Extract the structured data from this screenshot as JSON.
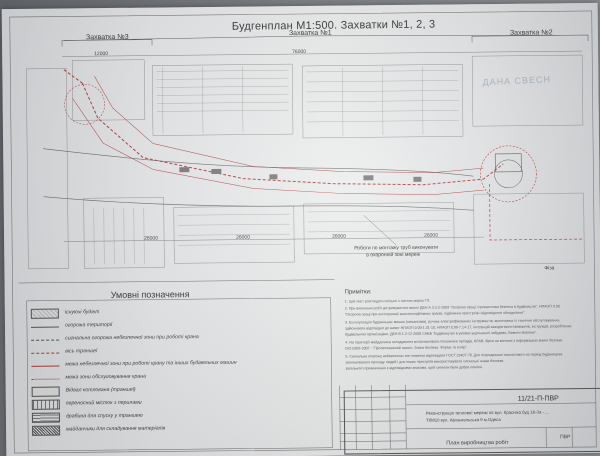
{
  "title": "Будгенплан М1:500. Захватки №1, 2, 3",
  "zones": {
    "z3": "Захватка №3",
    "z1": "Захватка №1",
    "z2": "Захватка №2"
  },
  "dims": {
    "d1": "12000",
    "d2": "76000",
    "d3": "26000",
    "d4": "26000",
    "d5": "26000",
    "d6": "26000"
  },
  "watermark": "ДАНА СВЕСН",
  "annotations": {
    "robots_zone": "Роботи по монтажу труб виконувати",
    "robots_zone2": "в охоронній зоні мереж",
    "fence": "Фіза"
  },
  "legend": {
    "title": "Умовні позначення",
    "items": [
      "існуючі будівлі",
      "огорожа території",
      "сигнальна огорожа небезпечної зони при роботі крана",
      "вісь траншеї",
      "межа небезпечної зони при роботі крану та інших будівельних машин",
      "межа зони обслуговування крана",
      "Відвал котлована (траншеї)",
      "переносний місток з перилами",
      "драбина для спуску у траншею",
      "майданчики для складування матеріалів"
    ]
  },
  "notes": {
    "heading": "Примітки:",
    "lines": [
      "1. Цей лист розглядати спільно з листом марки ГП.",
      "2. При виконанні робіт дотримуватися вимог ДБН А.3.2-2-2009 \"Охорона праці і промислова безпека в будівництві\", НПАОП 0.00",
      "   \"Охорона праці при експлуатації вантажопідйомних кранів, підйомних пристроїв і відповідного обладнання\".",
      "3. Експлуатацію будівельних машин (механізмів), ручних електрифікованих інструментів, включаючи їх технічне обслуговування,",
      "   здійснювати відповідно до вимог НПАОП 0.00-1.01-10, НПАОП 0.00-7.14-17, інструкцій заводів-виготовлювачів, інструкцій, розроблених",
      "   будівельною організацією, ДБН В.1.2-12-2008 СНББ \"Будівництво в умовах ущільненої забудови. Вимоги безпеки\".",
      "4. На території майданчика складування встановлювати покажчики проїздів, КЛАВ, бірки на вантажі з інформацією вимог безпеки",
      "   ISO 6309-2007 - \"Протипожежний захист. Знаки безпеки. Форма та колір\".",
      "5. Сигнальна огорожа небезпечних зон повинна відповідати ГОСТ 23407-78. Для огородження тимчасового на період будівництва",
      "   запланованого проходу людей і для інших пристроїв використовувати сигнальні знаки безпеки.",
      "   загального призначення з відповідними знаками, щоб сигнали були добре помітні."
    ]
  },
  "titleblock": {
    "code": "11/21-П-ПВР",
    "desc1": "Реконструкція теплової мережі по вул. Красніка буд 1К-3а - ...",
    "desc2": "ТКМ10 вул. Архангельська 9 м.Одеса",
    "name": "План виробництва робіт",
    "stage": "ПВР"
  },
  "colors": {
    "paper": "#e6e7e9",
    "red": "#b03a3a",
    "ink": "#3a3a3a"
  }
}
